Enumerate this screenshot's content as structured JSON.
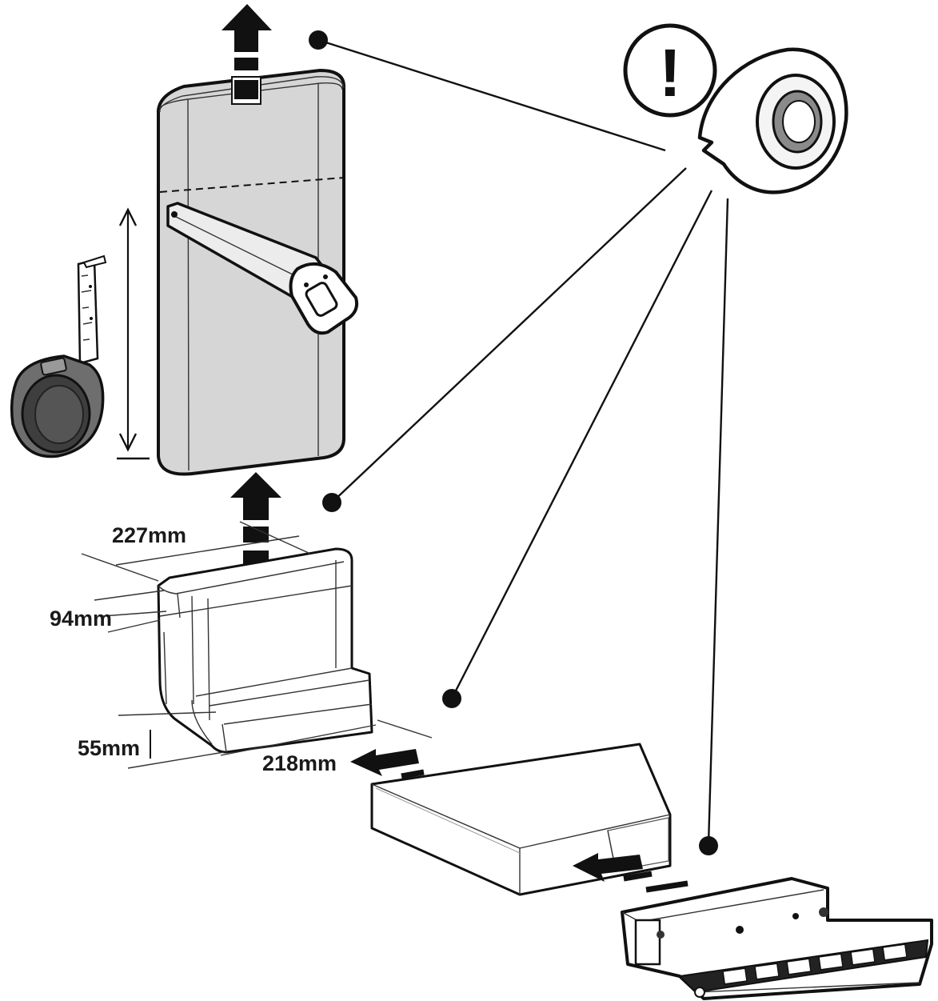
{
  "dimensions": {
    "width_top": "227mm",
    "depth_top": "94mm",
    "height_bottom": "55mm",
    "width_bottom": "218mm"
  },
  "warning": {
    "symbol": "!"
  },
  "icons": [
    "arrow-up-icon",
    "arrow-left-icon",
    "warning-icon",
    "tape-roll-icon",
    "tape-measure-icon",
    "saw-icon"
  ],
  "colors": {
    "duct_fill": "#d6d6d6",
    "ink": "#111111"
  }
}
